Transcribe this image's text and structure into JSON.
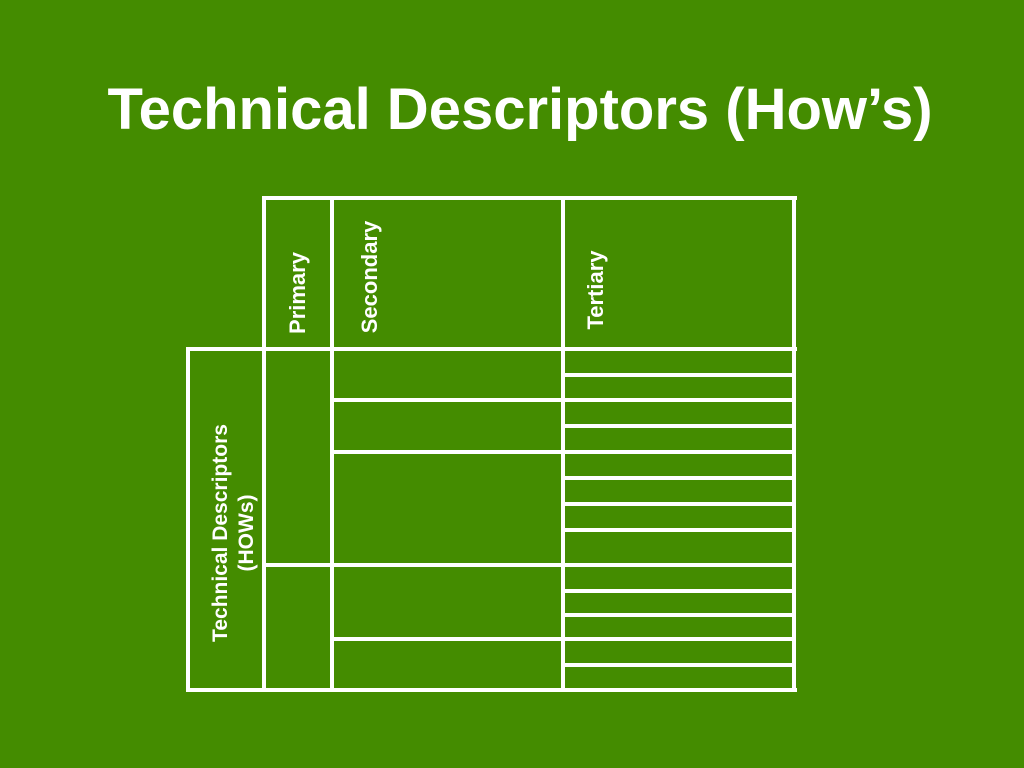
{
  "slide": {
    "background_color": "#448c00",
    "title": "Technical Descriptors (How’s)"
  },
  "diagram": {
    "line_color": "#ffffff",
    "column_headers": {
      "primary": "Primary",
      "secondary": "Secondary",
      "tertiary": "Tertiary"
    },
    "row_header": {
      "line1": "Technical Descriptors",
      "line2": "(HOWs)"
    }
  }
}
